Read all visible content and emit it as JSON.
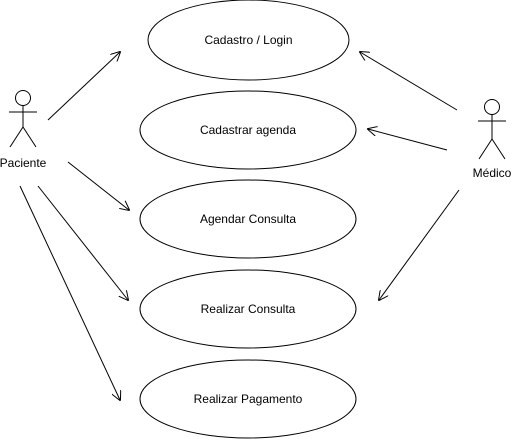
{
  "diagram": {
    "actors": [
      {
        "id": "paciente",
        "label": "Paciente"
      },
      {
        "id": "medico",
        "label": "Médico"
      }
    ],
    "use_cases": [
      {
        "id": "cadastro-login",
        "label": "Cadastro / Login"
      },
      {
        "id": "cadastrar-agenda",
        "label": "Cadastrar agenda"
      },
      {
        "id": "agendar-consulta",
        "label": "Agendar Consulta"
      },
      {
        "id": "realizar-consulta",
        "label": "Realizar Consulta"
      },
      {
        "id": "realizar-pagamento",
        "label": "Realizar Pagamento"
      }
    ],
    "associations": [
      {
        "from": "paciente",
        "to": "cadastro-login"
      },
      {
        "from": "paciente",
        "to": "agendar-consulta"
      },
      {
        "from": "paciente",
        "to": "realizar-consulta"
      },
      {
        "from": "paciente",
        "to": "realizar-pagamento"
      },
      {
        "from": "medico",
        "to": "cadastro-login"
      },
      {
        "from": "medico",
        "to": "cadastrar-agenda"
      },
      {
        "from": "medico",
        "to": "realizar-consulta"
      }
    ]
  }
}
